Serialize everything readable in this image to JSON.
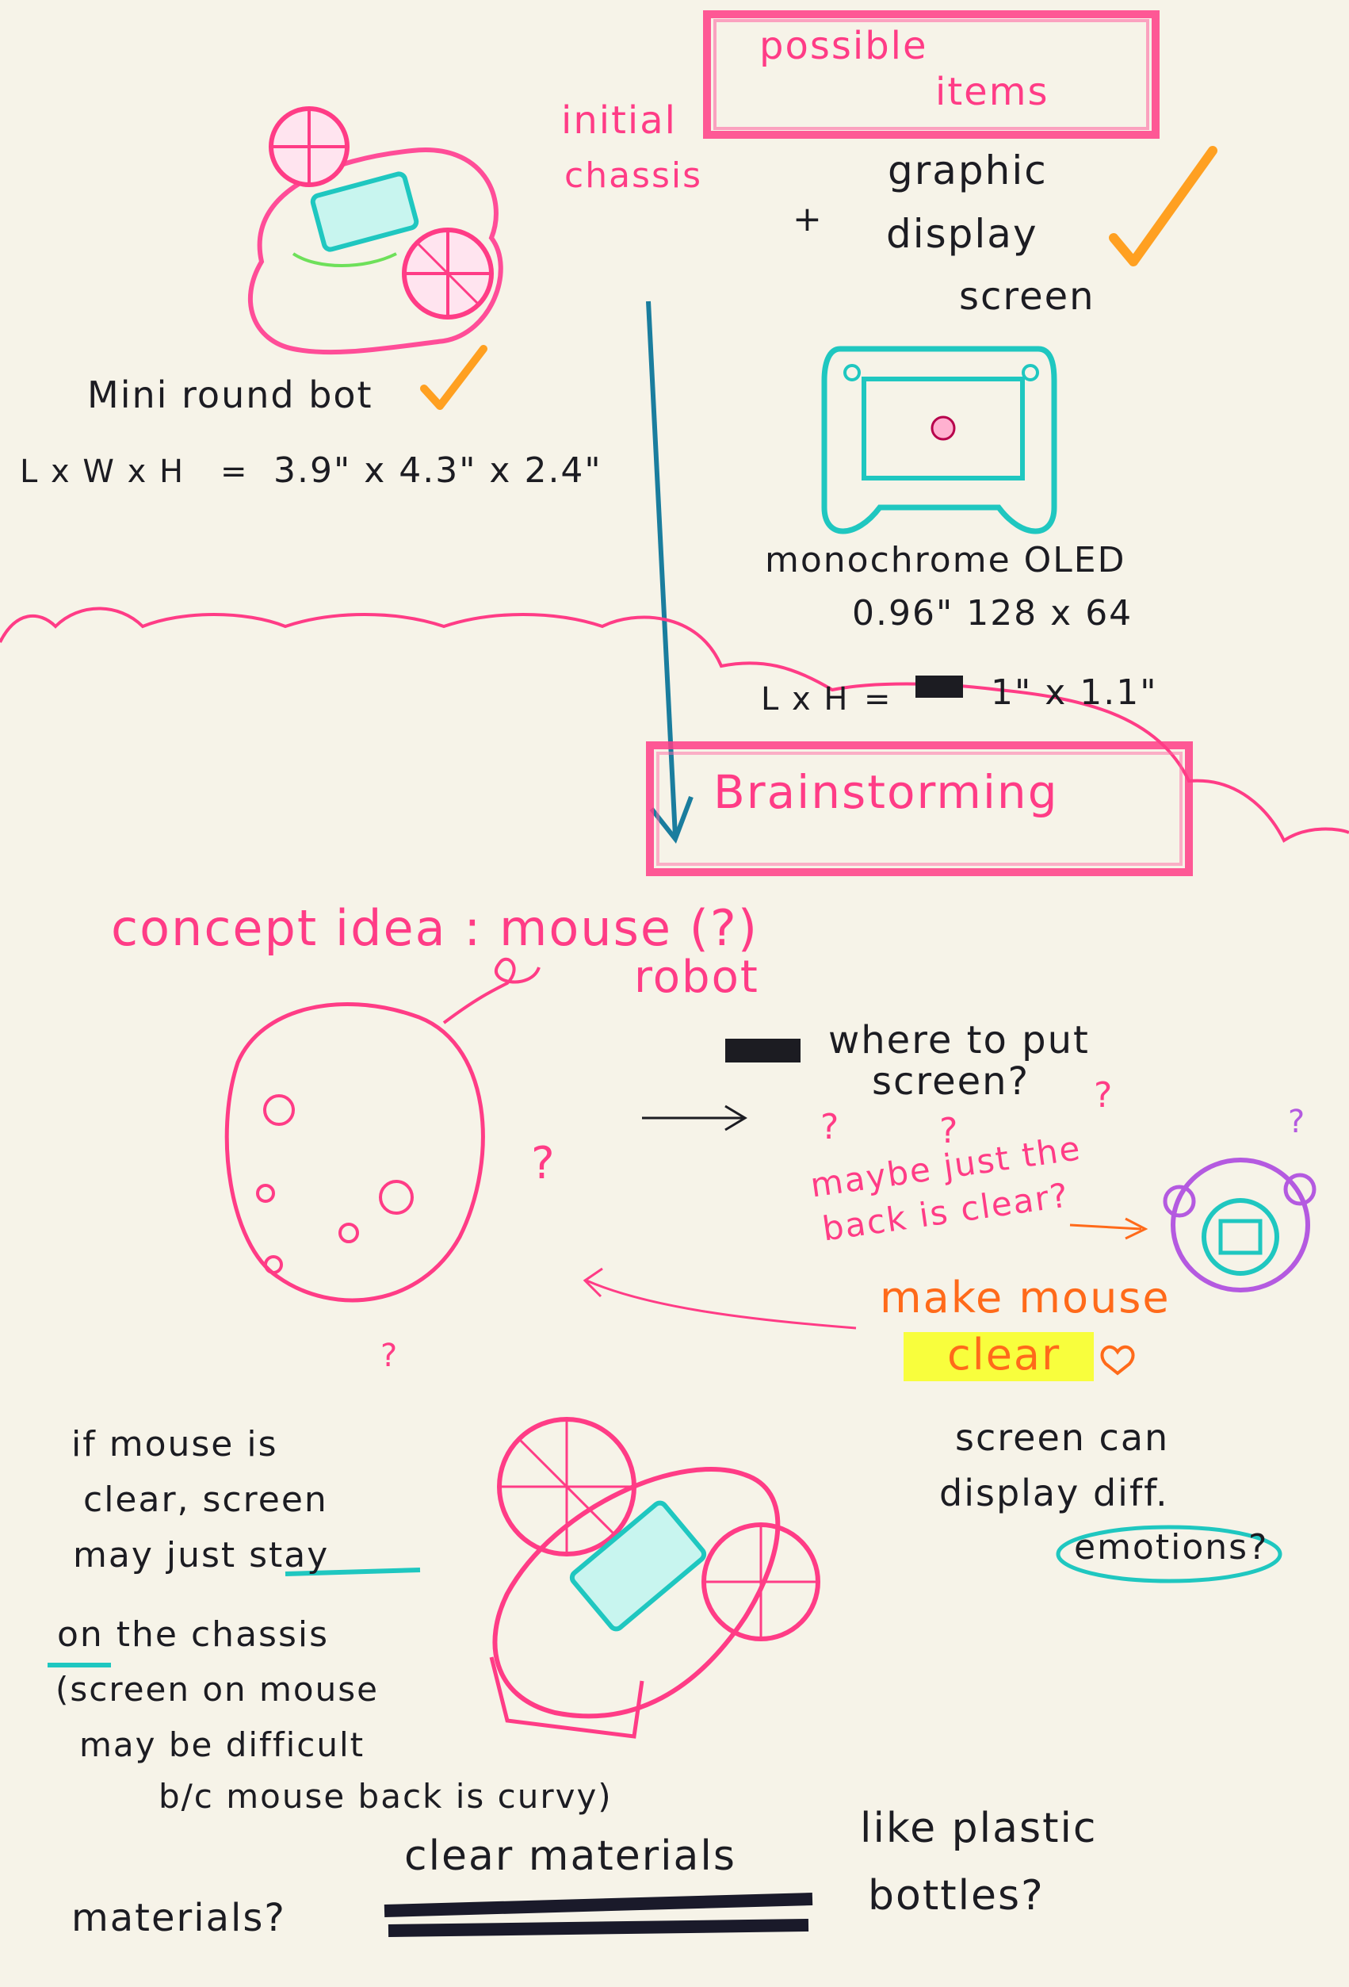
{
  "header": {
    "possible_items_line1": "possible",
    "possible_items_line2": "items",
    "initial_line1": "initial",
    "initial_line2": "chassis",
    "plus": "+",
    "graphic_line1": "graphic",
    "graphic_line2": "display",
    "graphic_line3": "screen"
  },
  "bot": {
    "name": "Mini round bot",
    "dims_label": "L x W x H",
    "equals": "=",
    "dims_value": "3.9\" x 4.3\" x 2.4\""
  },
  "oled": {
    "line1": "monochrome OLED",
    "line2": "0.96\" 128 x 64",
    "dims_label": "L x H",
    "equals": "=",
    "dims_value": "1\" x 1.1\""
  },
  "brainstorm": {
    "title": "Brainstorming",
    "concept_line1": "concept idea : mouse (?)",
    "concept_line2": "robot",
    "where_line1": "where to put",
    "where_line2": "screen?",
    "maybe_line1": "maybe just the",
    "maybe_line2": "back is clear?",
    "make_mouse": "make mouse",
    "clear": "clear",
    "if_line1": "if mouse is",
    "if_line2": "clear, screen",
    "if_line3": "may just stay",
    "if_line4": "on the chassis",
    "paren_line1": "(screen on mouse",
    "paren_line2": "may be difficult",
    "paren_line3": "b/c mouse back is curvy)",
    "emotions_line1": "screen can",
    "emotions_line2": "display diff.",
    "emotions_line3": "emotions?",
    "materials": "materials?",
    "clear_material": "clear materials",
    "plastic_line1": "like plastic",
    "plastic_line2": "bottles?"
  },
  "colors": {
    "paper": "#f6f3e8",
    "ink": "#1c1c22",
    "pink": "#ff3c86",
    "teal": "#1fc7c0",
    "orange": "#ffa021",
    "purple": "#b45ae0",
    "highlight": "#f8ff2a",
    "blue_arrow": "#1a7d9e"
  }
}
